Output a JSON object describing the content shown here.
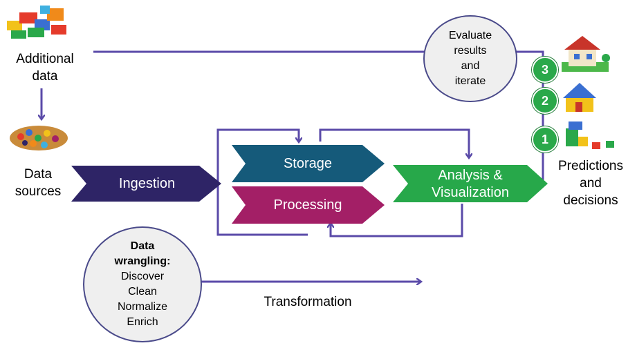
{
  "labels": {
    "additional_data": "Additional\ndata",
    "data_sources": "Data\nsources",
    "predictions": "Predictions\nand\ndecisions",
    "transformation": "Transformation"
  },
  "stages": {
    "ingestion": "Ingestion",
    "storage": "Storage",
    "processing": "Processing",
    "analysis": "Analysis &\nVisualization"
  },
  "evaluate": "Evaluate\nresults\nand\niterate",
  "wrangling": {
    "title": "Data\nwrangling:",
    "steps": [
      "Discover",
      "Clean",
      "Normalize",
      "Enrich"
    ]
  },
  "steps": [
    "3",
    "2",
    "1"
  ],
  "colors": {
    "line": "#5a4aa8",
    "ingestion": "#2e2466",
    "storage": "#155a7a",
    "processing": "#a31f66",
    "analysis": "#27a84a"
  }
}
